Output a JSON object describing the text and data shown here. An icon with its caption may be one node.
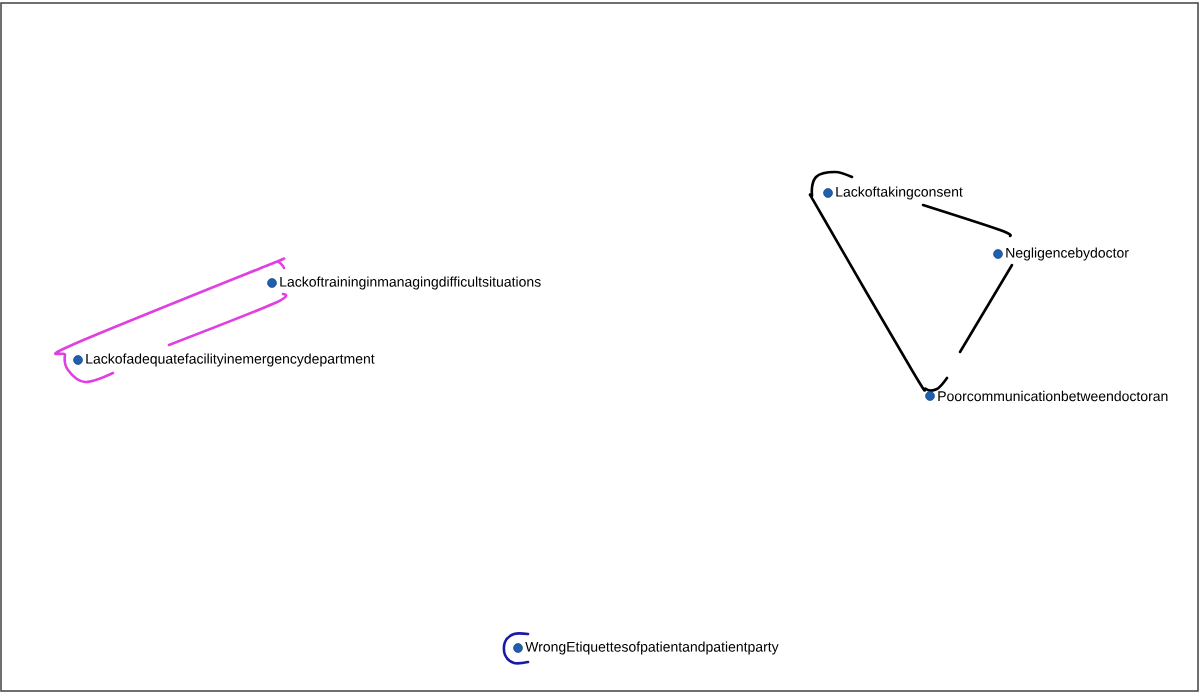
{
  "diagram": {
    "nodes": [
      {
        "text": [
          "Lackoftakingconsent"
        ]
      },
      {
        "text": [
          "Negligencebydoctor"
        ]
      },
      {
        "text": [
          "Lackoftraininginmanagingdifficultsituations"
        ]
      },
      {
        "text": [
          "Lackofadequatefacilityinemergencydepartment"
        ]
      },
      {
        "text": [
          "Poorcommunicationbetweendoctoran"
        ]
      },
      {
        "text": [
          "WrongEtiquettesofpatientandpatientparty"
        ]
      }
    ]
  }
}
